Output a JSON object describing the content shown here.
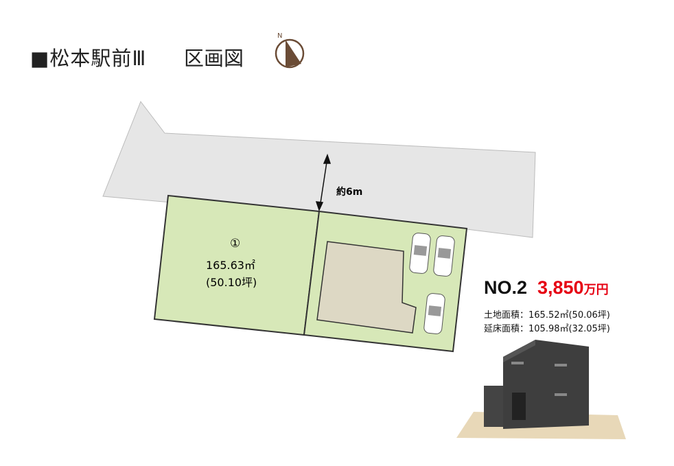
{
  "header": {
    "title": "■松本駅前Ⅲ",
    "subtitle": "区画図",
    "compass_label": "N"
  },
  "road": {
    "width_label": "約6m"
  },
  "lot": {
    "number": "①",
    "area": "165.63㎡",
    "tsubo": "(50.10坪)"
  },
  "listing": {
    "number": "NO.2",
    "price": "3,850",
    "price_unit": "万円",
    "land_area": "土地面積：165.52㎡(50.06坪)",
    "floor_area": "延床面積：105.98㎡(32.05坪)"
  },
  "colors": {
    "road": "#e6e6e6",
    "lot": "#d7e8b8",
    "building": "#ddd8c4",
    "price": "#e60012",
    "compass": "#6b4c36"
  }
}
